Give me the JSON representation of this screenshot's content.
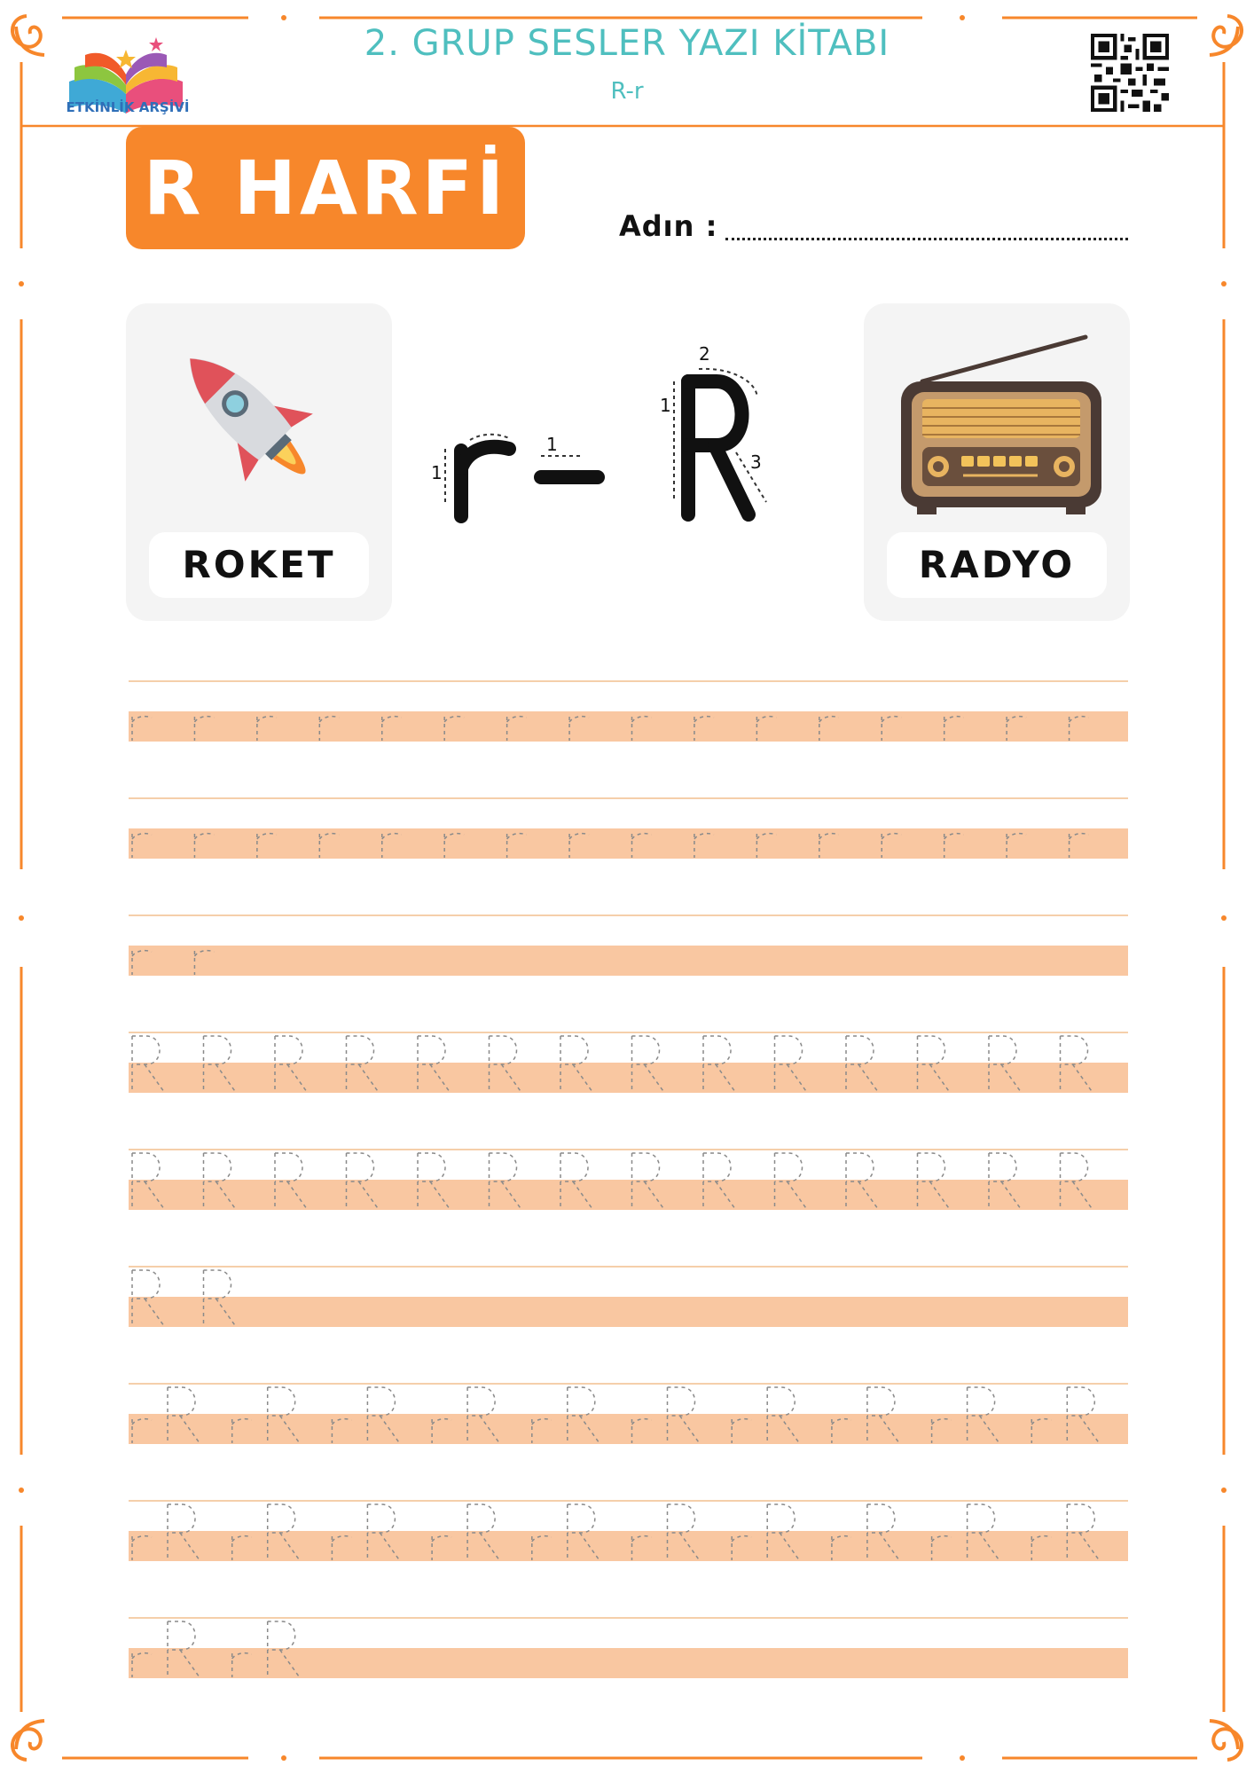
{
  "header": {
    "logo_text": "ETKİNLİK ARŞİVİ",
    "title": "2. GRUP SESLER YAZI KİTABI",
    "subtitle": "R-r"
  },
  "badge": {
    "label": "R HARFİ"
  },
  "name_field": {
    "label": "Adın :"
  },
  "cards": {
    "left": {
      "label": "ROKET",
      "icon": "rocket-icon"
    },
    "right": {
      "label": "RADYO",
      "icon": "radio-icon"
    }
  },
  "letter_demo": {
    "lower_step": "1",
    "dash_step": "1",
    "upper_steps": [
      "1",
      "2",
      "3"
    ]
  },
  "practice": {
    "rows": [
      {
        "pattern": "r",
        "count": 16
      },
      {
        "pattern": "r",
        "count": 16
      },
      {
        "pattern": "r",
        "count": 2
      },
      {
        "pattern": "R",
        "count": 14
      },
      {
        "pattern": "R",
        "count": 14
      },
      {
        "pattern": "R",
        "count": 2
      },
      {
        "pattern": "rR",
        "count": 10
      },
      {
        "pattern": "rR",
        "count": 10
      },
      {
        "pattern": "rR",
        "count": 2
      }
    ]
  },
  "colors": {
    "orange": "#f7872b",
    "band": "#f9c7a1",
    "title": "#4fbfbf",
    "guide": "#f2bf8e"
  }
}
